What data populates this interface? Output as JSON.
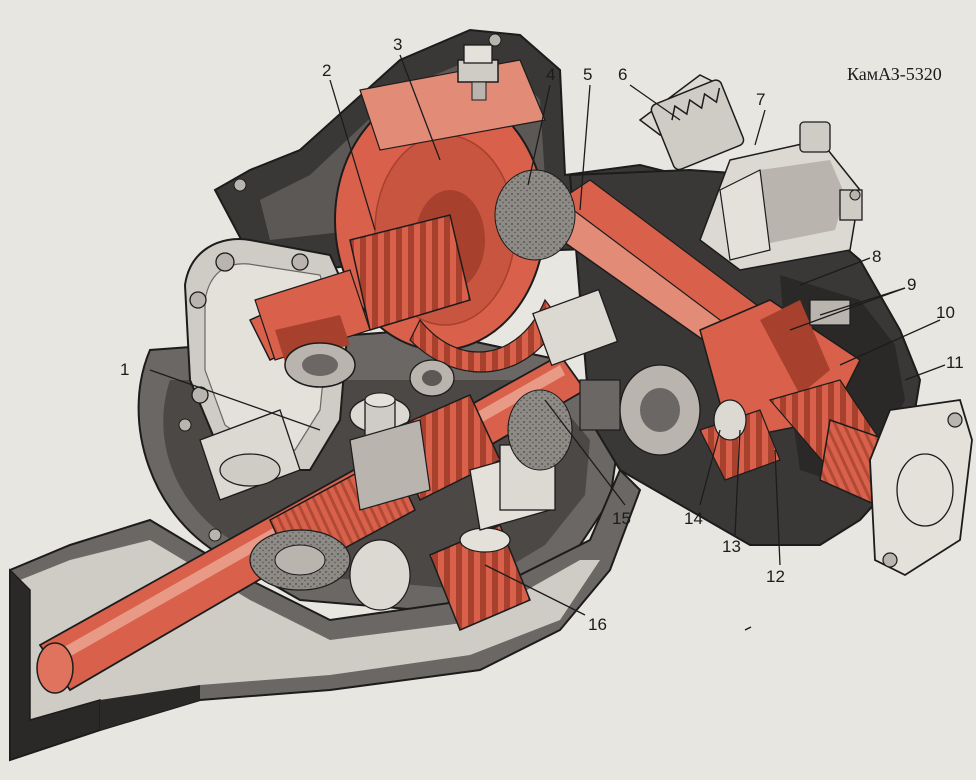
{
  "diagram": {
    "model_label": "КамАЗ-5320",
    "callouts": [
      {
        "id": "c1",
        "label": "1"
      },
      {
        "id": "c2",
        "label": "2"
      },
      {
        "id": "c3",
        "label": "3"
      },
      {
        "id": "c4",
        "label": "4"
      },
      {
        "id": "c5",
        "label": "5"
      },
      {
        "id": "c6",
        "label": "6"
      },
      {
        "id": "c7",
        "label": "7"
      },
      {
        "id": "c8",
        "label": "8"
      },
      {
        "id": "c9",
        "label": "9"
      },
      {
        "id": "c10",
        "label": "10"
      },
      {
        "id": "c11",
        "label": "11"
      },
      {
        "id": "c12",
        "label": "12"
      },
      {
        "id": "c13",
        "label": "13"
      },
      {
        "id": "c14",
        "label": "14"
      },
      {
        "id": "c15",
        "label": "15"
      },
      {
        "id": "c16",
        "label": "16"
      }
    ],
    "colors": {
      "paper": "#e8e6e1",
      "housing_dark": "#3a3837",
      "housing_mid": "#6b6764",
      "housing_light": "#b9b4ae",
      "metal_light": "#dcd8d2",
      "part_red": "#d9604a",
      "part_red_dark": "#a8402e",
      "ink": "#1c1c1c"
    }
  }
}
